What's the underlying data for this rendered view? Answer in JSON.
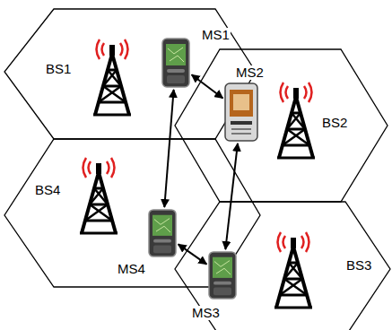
{
  "diagram": {
    "nodes": [
      {
        "text": [
          "BS1"
        ]
      },
      {
        "text": [
          "MS1"
        ],
        "in": 0
      },
      {
        "text": [
          "BS2"
        ]
      },
      {
        "text": [
          "MS2"
        ],
        "in": 2
      },
      {
        "text": [
          "BS4"
        ]
      },
      {
        "text": [
          "MS4"
        ],
        "in": 4
      },
      {
        "text": [
          "BS3"
        ]
      },
      {
        "text": [
          "MS3"
        ],
        "in": 6
      }
    ],
    "edges": [
      {
        "from": 1,
        "to": 3,
        "arrow": "both"
      },
      {
        "from": 1,
        "to": 5,
        "arrow": "both"
      },
      {
        "from": 3,
        "to": 7,
        "arrow": "both"
      },
      {
        "from": 5,
        "to": 7,
        "arrow": "both"
      }
    ]
  }
}
